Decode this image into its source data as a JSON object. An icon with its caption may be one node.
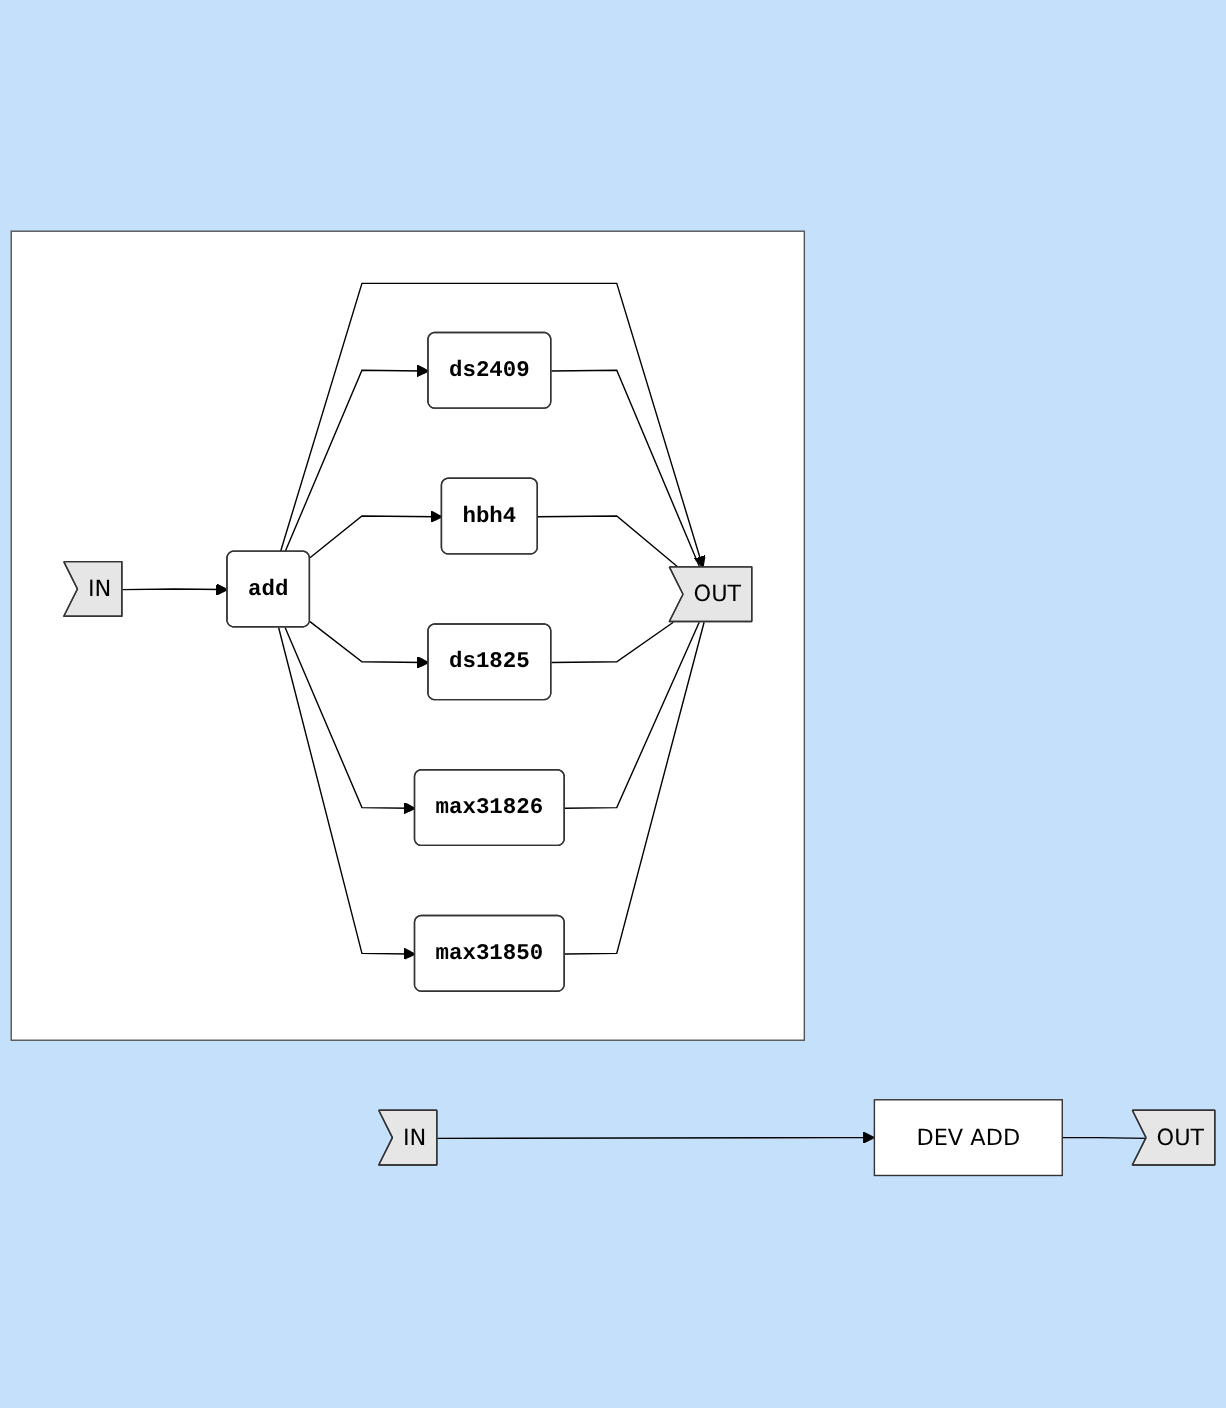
{
  "diagram": {
    "nodes": [
      {
        "text": [
          "IN"
        ]
      },
      {
        "text": [
          "DEV ADD"
        ]
      },
      {
        "text": [
          "OUT"
        ]
      },
      {
        "text": [],
        "shape": "box"
      },
      {
        "text": [
          "IN"
        ],
        "in": 3
      },
      {
        "text": [
          "add"
        ],
        "in": 3
      },
      {
        "text": [
          "OUT"
        ],
        "in": 3
      },
      {
        "text": [
          "ds2409"
        ],
        "in": 3
      },
      {
        "text": [
          "hbh4"
        ],
        "in": 3
      },
      {
        "text": [
          "ds1825"
        ],
        "in": 3
      },
      {
        "text": [
          "max31826"
        ],
        "in": 3
      },
      {
        "text": [
          "max31850"
        ],
        "in": 3
      }
    ],
    "edges": [
      {
        "from": 0,
        "to": 1,
        "arrow": "to"
      },
      {
        "from": 1,
        "to": 2,
        "arrow": "none"
      },
      {
        "from": 4,
        "to": 5,
        "arrow": "to"
      },
      {
        "from": 5,
        "to": 6,
        "arrow": "to"
      },
      {
        "from": 5,
        "to": 7,
        "arrow": "to"
      },
      {
        "from": 5,
        "to": 8,
        "arrow": "to"
      },
      {
        "from": 5,
        "to": 9,
        "arrow": "to"
      },
      {
        "from": 5,
        "to": 10,
        "arrow": "to"
      },
      {
        "from": 5,
        "to": 11,
        "arrow": "to"
      },
      {
        "from": 7,
        "to": 6,
        "arrow": "none"
      },
      {
        "from": 8,
        "to": 6,
        "arrow": "none"
      },
      {
        "from": 9,
        "to": 6,
        "arrow": "none"
      },
      {
        "from": 10,
        "to": 6,
        "arrow": "none"
      },
      {
        "from": 11,
        "to": 6,
        "arrow": "none"
      }
    ]
  }
}
